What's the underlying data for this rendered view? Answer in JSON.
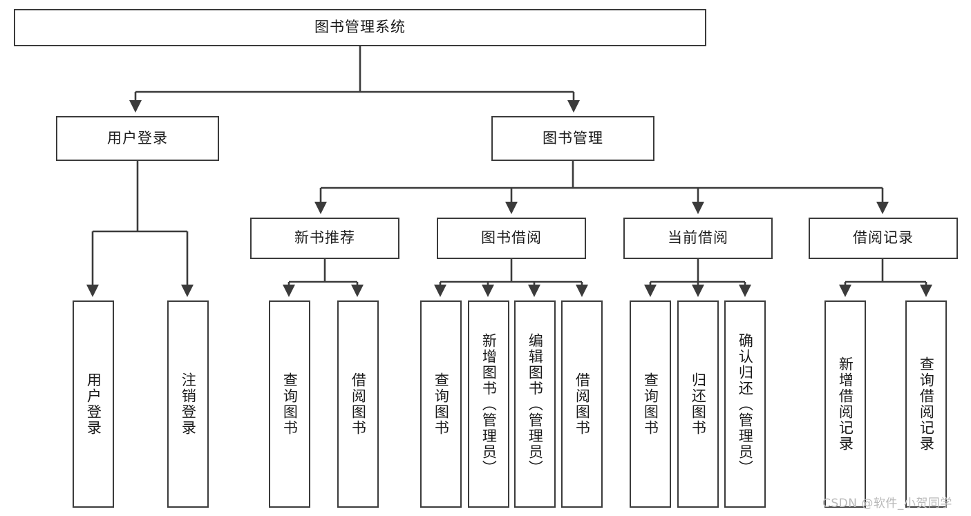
{
  "diagram": {
    "type": "tree-hierarchy",
    "title": "图书管理系统",
    "root": {
      "id": "root",
      "label": "图书管理系统"
    },
    "level1": [
      {
        "id": "user-login",
        "label": "用户登录"
      },
      {
        "id": "book-manage",
        "label": "图书管理"
      }
    ],
    "level2": [
      {
        "id": "new-book-rec",
        "label": "新书推荐",
        "parent": "book-manage"
      },
      {
        "id": "book-borrow",
        "label": "图书借阅",
        "parent": "book-manage"
      },
      {
        "id": "current-borrow",
        "label": "当前借阅",
        "parent": "book-manage"
      },
      {
        "id": "borrow-record",
        "label": "借阅记录",
        "parent": "book-manage"
      }
    ],
    "leaves": {
      "user_login": [
        {
          "id": "leaf-user-login",
          "label": "用户登录"
        },
        {
          "id": "leaf-user-logout",
          "label": "注销登录"
        }
      ],
      "new_book_rec": [
        {
          "id": "leaf-query-book-1",
          "label": "查询图书"
        },
        {
          "id": "leaf-borrow-book-1",
          "label": "借阅图书"
        }
      ],
      "book_borrow": [
        {
          "id": "leaf-query-book-2",
          "label": "查询图书"
        },
        {
          "id": "leaf-add-book",
          "label": "新增图书（管理员）"
        },
        {
          "id": "leaf-edit-book",
          "label": "编辑图书（管理员）"
        },
        {
          "id": "leaf-borrow-book-2",
          "label": "借阅图书"
        }
      ],
      "current_borrow": [
        {
          "id": "leaf-query-book-3",
          "label": "查询图书"
        },
        {
          "id": "leaf-return-book",
          "label": "归还图书"
        },
        {
          "id": "leaf-confirm-return",
          "label": "确认归还（管理员）"
        }
      ],
      "borrow_record": [
        {
          "id": "leaf-add-record",
          "label": "新增借阅记录"
        },
        {
          "id": "leaf-query-record",
          "label": "查询借阅记录"
        }
      ]
    },
    "colors": {
      "stroke": "#3b3b3b",
      "text": "#1a1a1a",
      "background": "#ffffff",
      "watermark": "#b9b9b9"
    }
  },
  "watermark": {
    "text": "CSDN @软件_小贺同学"
  }
}
